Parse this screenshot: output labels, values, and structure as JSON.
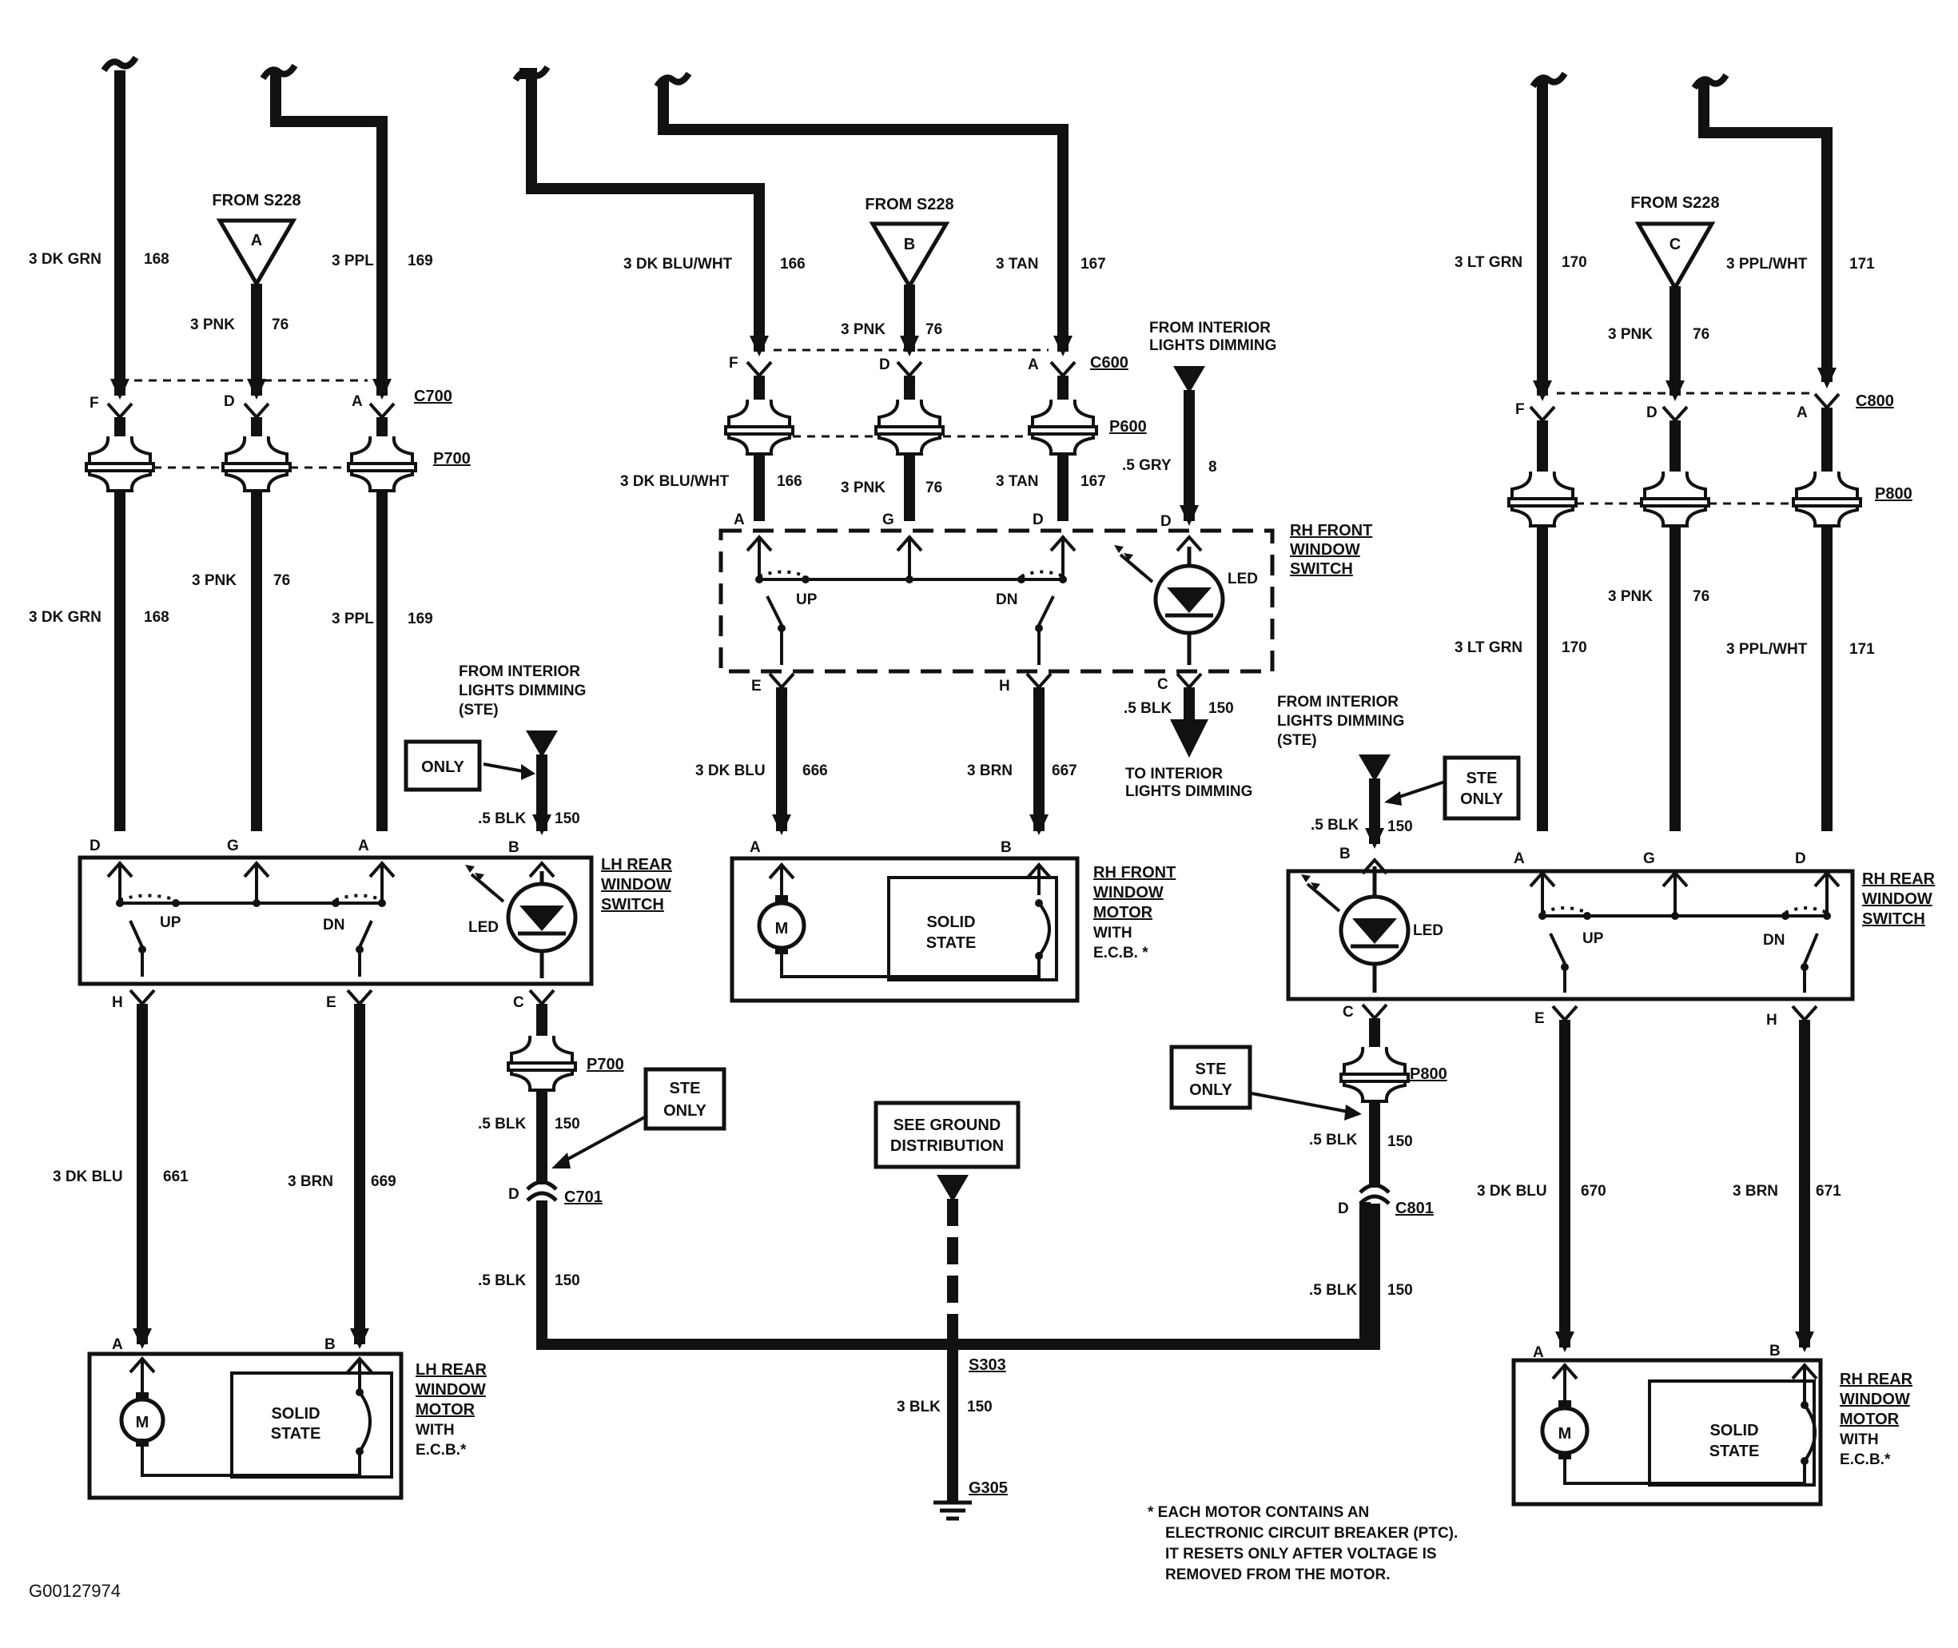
{
  "figure_id": "G00127974",
  "footnote": [
    "* EACH MOTOR CONTAINS AN",
    "ELECTRONIC CIRCUIT BREAKER (PTC).",
    "IT RESETS ONLY AFTER VOLTAGE IS",
    "REMOVED FROM THE MOTOR."
  ],
  "sources": {
    "a": {
      "from": "FROM S228",
      "letter": "A"
    },
    "b": {
      "from": "FROM S228",
      "letter": "B"
    },
    "c": {
      "from": "FROM S228",
      "letter": "C"
    }
  },
  "connectors": {
    "c700": "C700",
    "p700": "P700",
    "c600": "C600",
    "p600": "P600",
    "c800": "C800",
    "p800": "P800",
    "c701": "C701",
    "c801": "C801",
    "s303": "S303",
    "g305": "G305"
  },
  "wires": {
    "lh_grn_top": {
      "color": "3 DK GRN",
      "circuit": "168"
    },
    "lh_pnk_top": {
      "color": "3 PNK",
      "circuit": "76"
    },
    "lh_ppl_top": {
      "color": "3 PPL",
      "circuit": "169"
    },
    "lh_grn_bot": {
      "color": "3 DK GRN",
      "circuit": "168"
    },
    "lh_pnk_bot": {
      "color": "3 PNK",
      "circuit": "76"
    },
    "lh_ppl_bot": {
      "color": "3 PPL",
      "circuit": "169"
    },
    "lh_blk_in": {
      "color": ".5 BLK",
      "circuit": "150"
    },
    "lh_blu_mot": {
      "color": "3 DK BLU",
      "circuit": "661"
    },
    "lh_brn_mot": {
      "color": "3 BRN",
      "circuit": "669"
    },
    "lh_blk_mid": {
      "color": ".5 BLK",
      "circuit": "150"
    },
    "lh_blk_low": {
      "color": ".5 BLK",
      "circuit": "150"
    },
    "rf_bw_top": {
      "color": "3 DK BLU/WHT",
      "circuit": "166"
    },
    "rf_pnk_top": {
      "color": "3 PNK",
      "circuit": "76"
    },
    "rf_tan_top": {
      "color": "3 TAN",
      "circuit": "167"
    },
    "rf_bw_bot": {
      "color": "3 DK BLU/WHT",
      "circuit": "166"
    },
    "rf_pnk_bot": {
      "color": "3 PNK",
      "circuit": "76"
    },
    "rf_tan_bot": {
      "color": "3 TAN",
      "circuit": "167"
    },
    "rf_gry": {
      "color": ".5 GRY",
      "circuit": "8"
    },
    "rf_blk_out": {
      "color": ".5 BLK",
      "circuit": "150"
    },
    "rf_blu_mot": {
      "color": "3 DK BLU",
      "circuit": "666"
    },
    "rf_brn_mot": {
      "color": "3 BRN",
      "circuit": "667"
    },
    "rr_grn_top": {
      "color": "3 LT GRN",
      "circuit": "170"
    },
    "rr_pnk_top": {
      "color": "3 PNK",
      "circuit": "76"
    },
    "rr_pw_top": {
      "color": "3 PPL/WHT",
      "circuit": "171"
    },
    "rr_pnk_bot": {
      "color": "3 PNK",
      "circuit": "76"
    },
    "rr_grn_bot": {
      "color": "3 LT GRN",
      "circuit": "170"
    },
    "rr_pw_bot": {
      "color": "3 PPL/WHT",
      "circuit": "171"
    },
    "rr_blk_in": {
      "color": ".5 BLK",
      "circuit": "150"
    },
    "rr_blk_mid": {
      "color": ".5 BLK",
      "circuit": "150"
    },
    "rr_blk_low": {
      "color": ".5 BLK",
      "circuit": "150"
    },
    "rr_blu_mot": {
      "color": "3 DK BLU",
      "circuit": "670"
    },
    "rr_brn_mot": {
      "color": "3 BRN",
      "circuit": "671"
    },
    "gnd": {
      "color": "3 BLK",
      "circuit": "150"
    }
  },
  "callouts": {
    "lh_dim": [
      "FROM INTERIOR",
      "LIGHTS DIMMING",
      "(STE)"
    ],
    "lh_only": "ONLY",
    "lh_ste": [
      "STE",
      "ONLY"
    ],
    "rf_dim_from": [
      "FROM INTERIOR",
      "LIGHTS DIMMING"
    ],
    "rf_dim_to": [
      "TO INTERIOR",
      "LIGHTS DIMMING"
    ],
    "rr_dim": [
      "FROM INTERIOR",
      "LIGHTS DIMMING",
      "(STE)"
    ],
    "rr_ste_top": [
      "STE",
      "ONLY"
    ],
    "rr_ste_mid": [
      "STE",
      "ONLY"
    ],
    "ground": [
      "SEE GROUND",
      "DISTRIBUTION"
    ]
  },
  "components": {
    "lh_switch": [
      "LH REAR",
      "WINDOW",
      "SWITCH"
    ],
    "rf_switch": [
      "RH FRONT",
      "WINDOW",
      "SWITCH"
    ],
    "rr_switch": [
      "RH REAR",
      "WINDOW",
      "SWITCH"
    ],
    "lh_motor": [
      "LH REAR",
      "WINDOW",
      "MOTOR",
      "WITH",
      "E.C.B.*"
    ],
    "rf_motor": [
      "RH FRONT",
      "WINDOW",
      "MOTOR",
      "WITH",
      "E.C.B. *"
    ],
    "rr_motor": [
      "RH REAR",
      "WINDOW",
      "MOTOR",
      "WITH",
      "E.C.B.*"
    ]
  },
  "terms": {
    "up": "UP",
    "dn": "DN",
    "led": "LED",
    "m": "M",
    "solid": [
      "SOLID",
      "STATE"
    ]
  },
  "pins": {
    "lh_c700": [
      "F",
      "D",
      "A"
    ],
    "lh_sw_top": [
      "D",
      "G",
      "A",
      "B"
    ],
    "lh_sw_bot": [
      "H",
      "E",
      "C"
    ],
    "lh_mot": [
      "A",
      "B"
    ],
    "lh_c701": "D",
    "rf_c600": [
      "F",
      "D",
      "A"
    ],
    "rf_sw_top": [
      "A",
      "G",
      "D",
      "D"
    ],
    "rf_sw_bot": [
      "E",
      "H",
      "C"
    ],
    "rf_mot": [
      "A",
      "B"
    ],
    "rr_c800": [
      "F",
      "D",
      "A"
    ],
    "rr_sw_top": [
      "B",
      "A",
      "G",
      "D"
    ],
    "rr_sw_bot": [
      "C",
      "E",
      "H"
    ],
    "rr_mot": [
      "A",
      "B"
    ],
    "rr_c801": "D"
  }
}
